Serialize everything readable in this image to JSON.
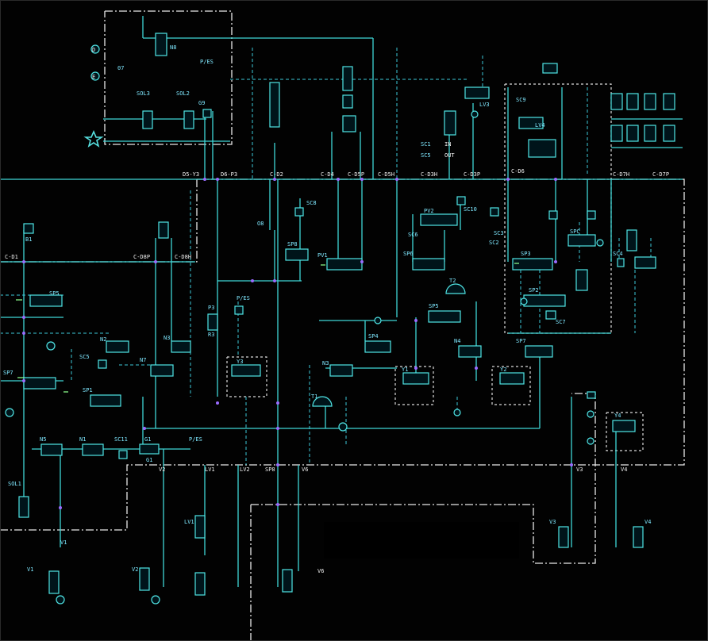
{
  "colors": {
    "background": "#020202",
    "line": "#3fd7d7",
    "border": "#e6e6e6",
    "label": "#7fe8ff",
    "node": "#9a6cff"
  },
  "labels": [
    {
      "id": "d_top",
      "text": "D"
    },
    {
      "id": "e_top",
      "text": "E"
    },
    {
      "id": "o7",
      "text": "07"
    },
    {
      "id": "n8",
      "text": "N8"
    },
    {
      "id": "sol3",
      "text": "SOL3"
    },
    {
      "id": "sol2",
      "text": "SOL2"
    },
    {
      "id": "pes",
      "text": "P/ES"
    },
    {
      "id": "g9",
      "text": "G9"
    },
    {
      "id": "lv3",
      "text": "LV3"
    },
    {
      "id": "sc9",
      "text": "SC9"
    },
    {
      "id": "lv4",
      "text": "LV4"
    },
    {
      "id": "sc1",
      "text": "SC1"
    },
    {
      "id": "sc5",
      "text": "SC5"
    },
    {
      "id": "in1",
      "text": "IN"
    },
    {
      "id": "out1",
      "text": "OUT"
    },
    {
      "id": "c_d5y3",
      "text": "D5-Y3"
    },
    {
      "id": "c_d6p3",
      "text": "D6-P3"
    },
    {
      "id": "c_c02",
      "text": "C-D2"
    },
    {
      "id": "c_c04",
      "text": "C-D4"
    },
    {
      "id": "c_c05p",
      "text": "C-D5P"
    },
    {
      "id": "c_c05h",
      "text": "C-D5H"
    },
    {
      "id": "c_c03h",
      "text": "C-D3H"
    },
    {
      "id": "c_c03p",
      "text": "C-D3P"
    },
    {
      "id": "c_c06",
      "text": "C-D6"
    },
    {
      "id": "c_c07h",
      "text": "C-D7H"
    },
    {
      "id": "c_c07p",
      "text": "C-D7P"
    },
    {
      "id": "c_c01",
      "text": "C-D1"
    },
    {
      "id": "c_c08p",
      "text": "C-D8P"
    },
    {
      "id": "c_c08h",
      "text": "C-D8H"
    },
    {
      "id": "sc8",
      "text": "SC8"
    },
    {
      "id": "o8",
      "text": "O8"
    },
    {
      "id": "sp8",
      "text": "SP8"
    },
    {
      "id": "pv1",
      "text": "PV1"
    },
    {
      "id": "pv2",
      "text": "PV2"
    },
    {
      "id": "sc10",
      "text": "SC10"
    },
    {
      "id": "sp6",
      "text": "SP6"
    },
    {
      "id": "sc6",
      "text": "SC6"
    },
    {
      "id": "t2",
      "text": "T2"
    },
    {
      "id": "sp5",
      "text": "SP5"
    },
    {
      "id": "sp4",
      "text": "SP4"
    },
    {
      "id": "n4",
      "text": "N4"
    },
    {
      "id": "sc3",
      "text": "SC3"
    },
    {
      "id": "sc2",
      "text": "SC2"
    },
    {
      "id": "sp3",
      "text": "SP3"
    },
    {
      "id": "sp2",
      "text": "SP2"
    },
    {
      "id": "sp7",
      "text": "SP7"
    },
    {
      "id": "sc4",
      "text": "SC4"
    },
    {
      "id": "sc7",
      "text": "SC7"
    },
    {
      "id": "spc",
      "text": "SPC"
    },
    {
      "id": "sp5a",
      "text": "SP5"
    },
    {
      "id": "sp7a",
      "text": "SP7"
    },
    {
      "id": "sp1",
      "text": "SP1"
    },
    {
      "id": "n2",
      "text": "N2"
    },
    {
      "id": "n3",
      "text": "N3"
    },
    {
      "id": "n7",
      "text": "N7"
    },
    {
      "id": "sc5b",
      "text": "SC5"
    },
    {
      "id": "p3",
      "text": "P3"
    },
    {
      "id": "r3",
      "text": "R3"
    },
    {
      "id": "pes2",
      "text": "P/ES"
    },
    {
      "id": "y3",
      "text": "Y3"
    },
    {
      "id": "n3b",
      "text": "N3"
    },
    {
      "id": "y1",
      "text": "Y1"
    },
    {
      "id": "y2",
      "text": "Y2"
    },
    {
      "id": "t1",
      "text": "T1"
    },
    {
      "id": "y4",
      "text": "Y4"
    },
    {
      "id": "n5",
      "text": "N5"
    },
    {
      "id": "n1",
      "text": "N1"
    },
    {
      "id": "sc11",
      "text": "SC11"
    },
    {
      "id": "g1",
      "text": "G1"
    },
    {
      "id": "pes3",
      "text": "P/ES"
    },
    {
      "id": "sol1",
      "text": "SOL1"
    },
    {
      "id": "v1t",
      "text": "V1"
    },
    {
      "id": "v2",
      "text": "V2"
    },
    {
      "id": "lv1",
      "text": "LV1"
    },
    {
      "id": "lv2",
      "text": "LV2"
    },
    {
      "id": "sp8b",
      "text": "SP8"
    },
    {
      "id": "v6",
      "text": "V6"
    },
    {
      "id": "v3",
      "text": "V3"
    },
    {
      "id": "v4",
      "text": "V4"
    },
    {
      "id": "v1",
      "text": "V1"
    },
    {
      "id": "v2b",
      "text": "V2"
    },
    {
      "id": "lv1b",
      "text": "LV1"
    },
    {
      "id": "v3b",
      "text": "V3"
    },
    {
      "id": "v4b",
      "text": "V4"
    },
    {
      "id": "v6b",
      "text": "V6"
    },
    {
      "id": "b1",
      "text": "B1"
    },
    {
      "id": "g1b",
      "text": "G1"
    }
  ]
}
